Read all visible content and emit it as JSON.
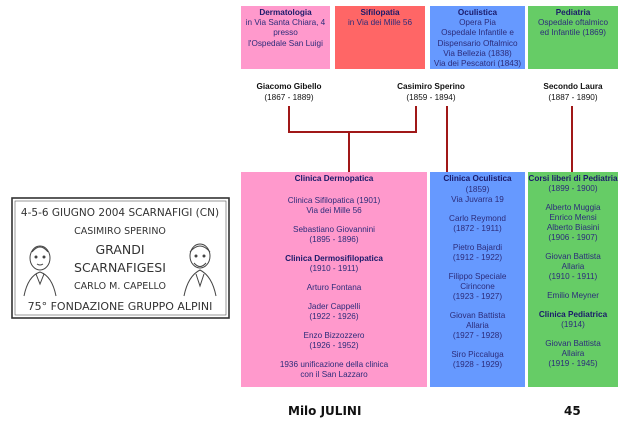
{
  "top_boxes": [
    {
      "lines": [
        "Dermatologia",
        "in Via Santa Chiara, 4",
        "presso",
        "l'Ospedale San Luigi"
      ]
    },
    {
      "lines": [
        "Sifilopatia",
        "in Via dei Mille 56"
      ]
    },
    {
      "lines": [
        "Oculistica",
        "Opera Pia",
        "Ospedale Infantile e",
        "Dispensario Oftalmico",
        "Via Bellezia (1838)",
        "Via dei Pescatori (1843)"
      ]
    },
    {
      "lines": [
        "Pediatria",
        "Ospedale oftalmico",
        "ed Infantile (1869)"
      ]
    }
  ],
  "people": [
    {
      "name": "Giacomo Gibello",
      "dates": "(1867 - 1889)"
    },
    {
      "name": "Casimiro Sperino",
      "dates": "(1859 - 1894)"
    },
    {
      "name": "Secondo Laura",
      "dates": "(1887 - 1890)"
    }
  ],
  "columns": [
    {
      "title": "Clinica Dermopatica",
      "entries": [
        {
          "lines": [
            "Clinica Sifilopatica (1901)",
            "Via dei Mille 56"
          ],
          "bold": false
        },
        {
          "lines": [
            "Sebastiano Giovannini",
            "(1895 - 1896)"
          ],
          "bold": false
        },
        {
          "lines": [
            "Clinica Dermosifilopatica"
          ],
          "bold": true
        },
        {
          "lines": [
            "(1910 - 1911)"
          ],
          "bold": false
        },
        {
          "lines": [
            "Arturo Fontana"
          ],
          "bold": false
        },
        {
          "lines": [
            "Jader Cappelli",
            "(1922 - 1926)"
          ],
          "bold": false
        },
        {
          "lines": [
            "Enzo Bizzozzero",
            "(1926 - 1952)"
          ],
          "bold": false
        },
        {
          "lines": [
            "1936 unificazione della clinica",
            "con il San Lazzaro"
          ],
          "bold": false
        }
      ]
    },
    {
      "title": "Clinica Oculistica",
      "entries": [
        {
          "lines": [
            "(1859)",
            "Via Juvarra 19"
          ],
          "bold": false
        },
        {
          "lines": [
            "Carlo Reymond",
            "(1872 - 1911)"
          ],
          "bold": false
        },
        {
          "lines": [
            "Pietro Bajardi",
            "(1912 - 1922)"
          ],
          "bold": false
        },
        {
          "lines": [
            "Filippo Speciale",
            "Cirincone",
            "(1923 - 1927)"
          ],
          "bold": false
        },
        {
          "lines": [
            "Giovan Battista",
            "Allaria",
            "(1927 - 1928)"
          ],
          "bold": false
        },
        {
          "lines": [
            "Siro Piccaluga",
            "(1928 - 1929)"
          ],
          "bold": false
        }
      ]
    },
    {
      "title": "Corsi liberi di Pediatria",
      "entries": [
        {
          "lines": [
            "(1899 - 1900)"
          ],
          "bold": false
        },
        {
          "lines": [
            "Alberto Muggia",
            "Enrico Mensi",
            "Alberto Biasini",
            "(1906 - 1907)"
          ],
          "bold": false
        },
        {
          "lines": [
            "Giovan Battista",
            "Allaria",
            "(1910 - 1911)"
          ],
          "bold": false
        },
        {
          "lines": [
            "Emilio Meyner"
          ],
          "bold": false
        },
        {
          "lines": [
            "Clinica Pediatrica"
          ],
          "bold": true
        },
        {
          "lines": [
            "(1914)"
          ],
          "bold": false
        },
        {
          "lines": [
            "Giovan Battista",
            "Allaira",
            "(1919 - 1945)"
          ],
          "bold": false
        }
      ]
    }
  ],
  "stamp": {
    "date_line": "4-5-6 GIUGNO 2004  SCARNAFIGI (CN)",
    "name_line": "CASIMIRO SPERINO",
    "line_grandi": "GRANDI",
    "line_scarnafigesi": "SCARNAFIGESI",
    "line_capello": "CARLO M. CAPELLO",
    "bottom_line": "75° FONDAZIONE GRUPPO ALPINI"
  },
  "footer": {
    "author": "Milo JULINI",
    "page_number": "45"
  },
  "colors": {
    "pink": "#ff99cc",
    "red": "#ff6666",
    "blue": "#6699ff",
    "green": "#66cc66",
    "connector": "#a01818"
  }
}
